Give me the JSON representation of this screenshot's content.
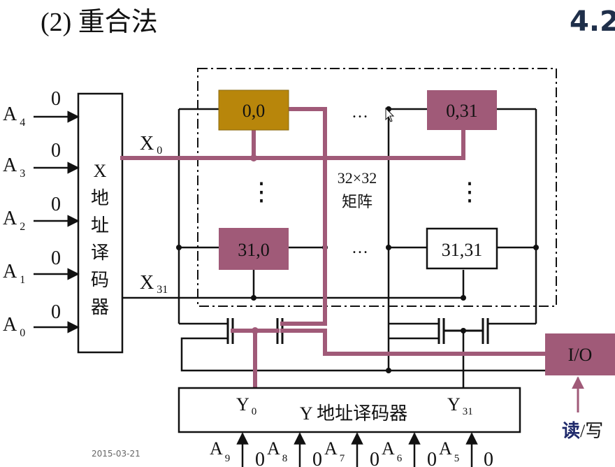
{
  "title": "(2) 重合法",
  "corner_label": "4.2",
  "date": "2015-03-21",
  "colors": {
    "accent": "#a05a78",
    "gold": "#b8860b",
    "cell": "#a05a78",
    "text": "#111111",
    "bit": "#7b2c78",
    "io_label": "#1f2a6b"
  },
  "x_decoder": {
    "chars": [
      "X",
      "地",
      "址",
      "译",
      "码",
      "器"
    ]
  },
  "x_inputs": [
    {
      "name": "A",
      "sub": "4",
      "bit": "0"
    },
    {
      "name": "A",
      "sub": "3",
      "bit": "0"
    },
    {
      "name": "A",
      "sub": "2",
      "bit": "0"
    },
    {
      "name": "A",
      "sub": "1",
      "bit": "0"
    },
    {
      "name": "A",
      "sub": "0",
      "bit": "0"
    }
  ],
  "x_lines": {
    "x0": {
      "name": "X",
      "sub": "0"
    },
    "x31": {
      "name": "X",
      "sub": "31"
    }
  },
  "cells": {
    "c00": "0,0",
    "c031": "0,31",
    "c310": "31,0",
    "c3131": "31,31"
  },
  "matrix_label": {
    "line1": "32×32",
    "line2": "矩阵"
  },
  "ellipsis": {
    "h": "…",
    "v": "⋮"
  },
  "y_decoder": {
    "label": "Y 地址译码器",
    "y0": {
      "name": "Y",
      "sub": "0"
    },
    "y31": {
      "name": "Y",
      "sub": "31"
    }
  },
  "y_inputs": [
    {
      "name": "A",
      "sub": "9",
      "bit": "0"
    },
    {
      "name": "A",
      "sub": "8",
      "bit": "0"
    },
    {
      "name": "A",
      "sub": "7",
      "bit": "0"
    },
    {
      "name": "A",
      "sub": "6",
      "bit": "0"
    },
    {
      "name": "A",
      "sub": "5",
      "bit": "0"
    }
  ],
  "io": {
    "label": "I/O",
    "rw_read": "读",
    "rw_write": "/写"
  }
}
